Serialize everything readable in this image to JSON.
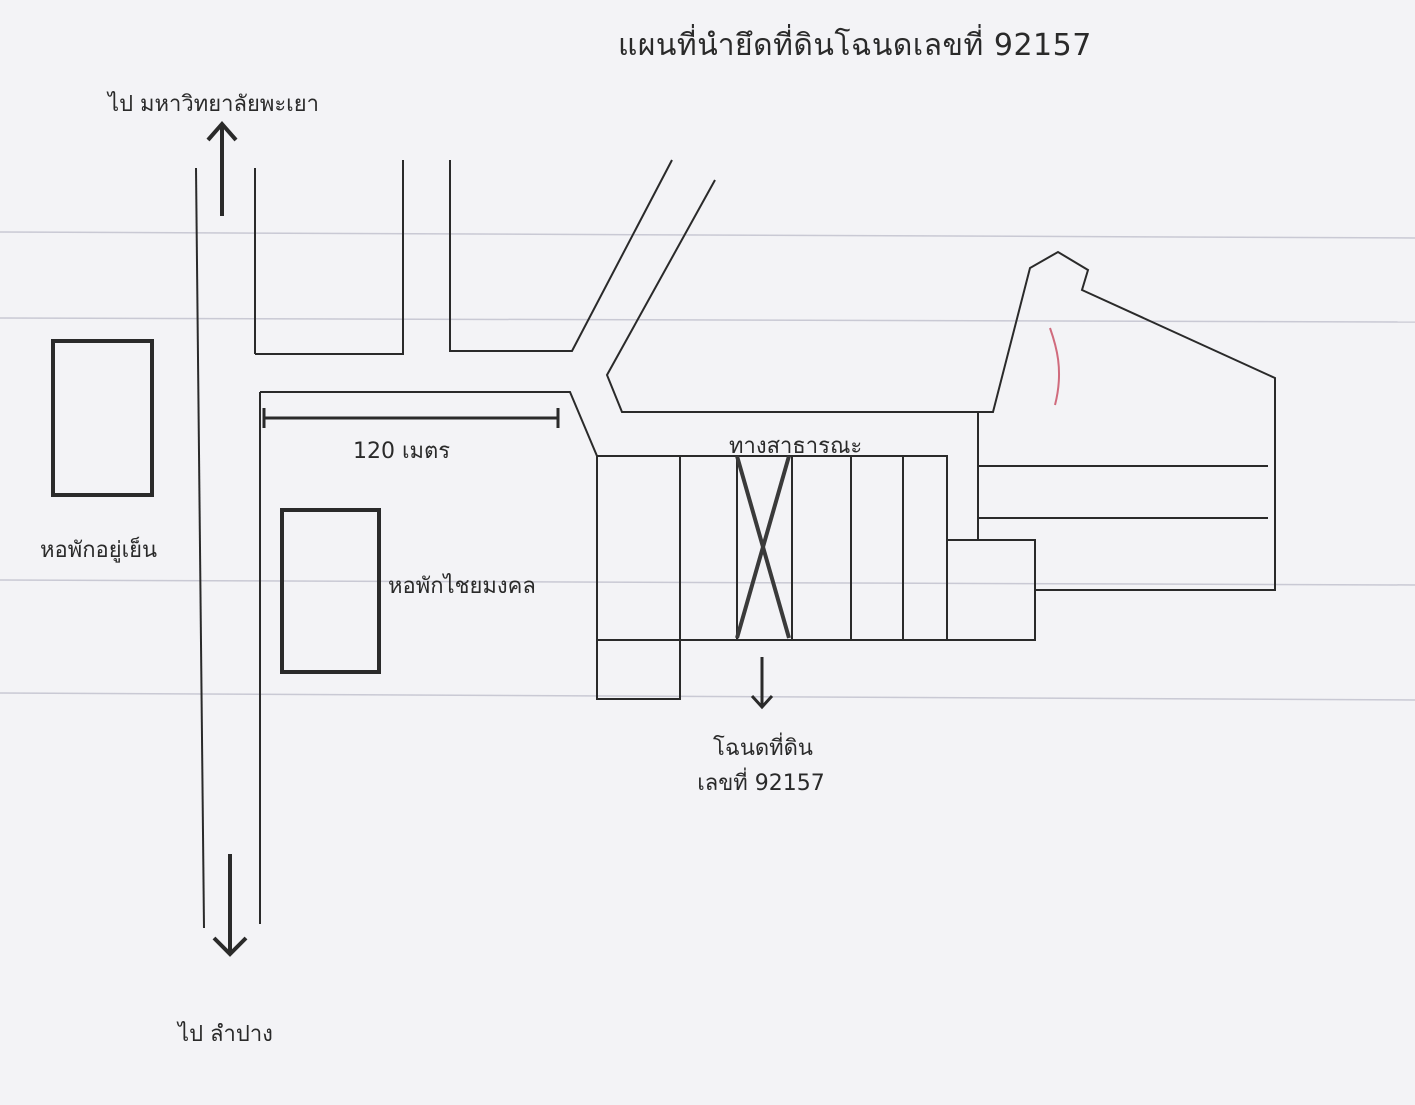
{
  "title": "แผนที่นำยึดที่ดินโฉนดเลขที่ 92157",
  "directions": {
    "north": "ไป มหาวิทยาลัยพะเยา",
    "south": "ไป ลำปาง"
  },
  "buildings": {
    "left": "หอพักอยู่เย็น",
    "middle": "หอพักไชยมงคล"
  },
  "distance_label": "120 เมตร",
  "public_way": "ทางสาธารณะ",
  "deed": {
    "line1": "โฉนดที่ดิน",
    "line2": "เลขที่ 92157"
  },
  "colors": {
    "ink": "#2a2a2a",
    "paper": "#f3f3f6",
    "scan_line": "#c9c9d4",
    "red_mark": "#c0304a"
  }
}
